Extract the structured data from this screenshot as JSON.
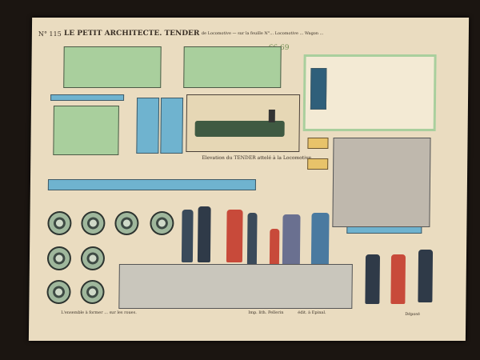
{
  "sheet": {
    "number": "N° 115",
    "title": "LE PETIT ARCHITECTE. TENDER",
    "title_rest": "de Locomotive — sur la feuille N°... Locomotive ... Wagon ...",
    "caption_elevation": "Elevation du TENDER attelé à la Locomotive.",
    "caption_bottom": "L'ensemble à former ... sur les roues.",
    "imprint": "Imp. lith. Pellerin",
    "publisher": "édit. à Epinal.",
    "deposit": "Déposé",
    "marks": "66 69",
    "colors": {
      "paper": "#eadcc0",
      "green": "#a9cf9d",
      "blue": "#6fb3cf",
      "background": "#1b1511"
    }
  }
}
